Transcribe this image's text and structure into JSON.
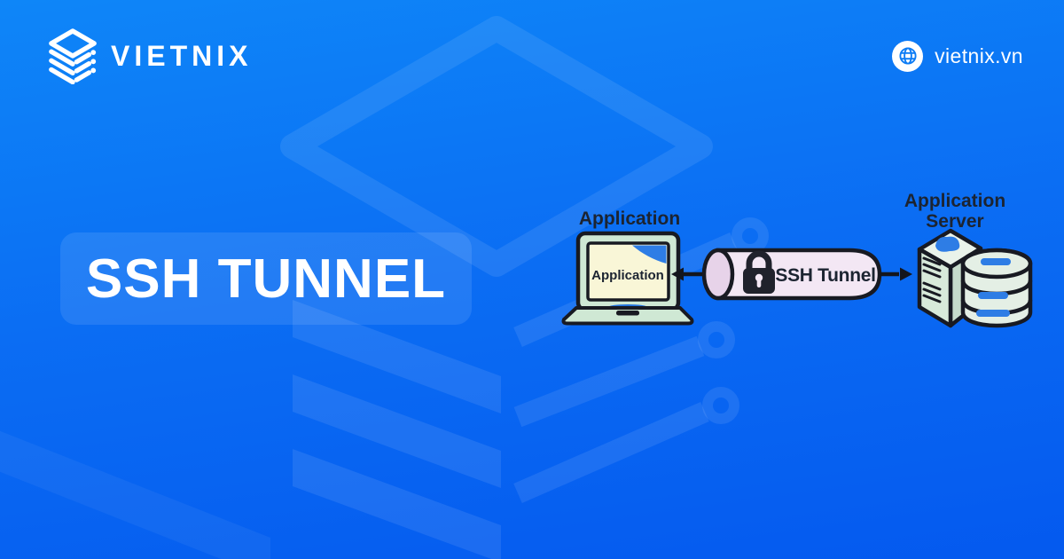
{
  "brand": {
    "name": "VIETNIX",
    "domain": "vietnix.vn"
  },
  "hero": {
    "title": "SSH TUNNEL"
  },
  "diagram": {
    "client": {
      "label": "Application",
      "screen_text": "Application"
    },
    "tunnel": {
      "label": "SSH Tunnel"
    },
    "server": {
      "label_line1": "Application",
      "label_line2": "Server"
    }
  },
  "colors": {
    "background_top": "#0E86F8",
    "background_bottom": "#0459EF",
    "accent_blue": "#2E7DE5",
    "outline_dark": "#181A22",
    "laptop_body": "#CFE8D4",
    "laptop_screen": "#F9F6D7",
    "tunnel_fill": "#F3E7F4",
    "tunnel_cap": "#E7D3E9",
    "server_front_face": "#D8EADA",
    "server_top_face": "#EAF3EA",
    "server_side_face": "#C6DBCB",
    "database_fill": "#E4EFE5",
    "label_text": "#1C2431",
    "title_text": "#FFFFFF"
  }
}
